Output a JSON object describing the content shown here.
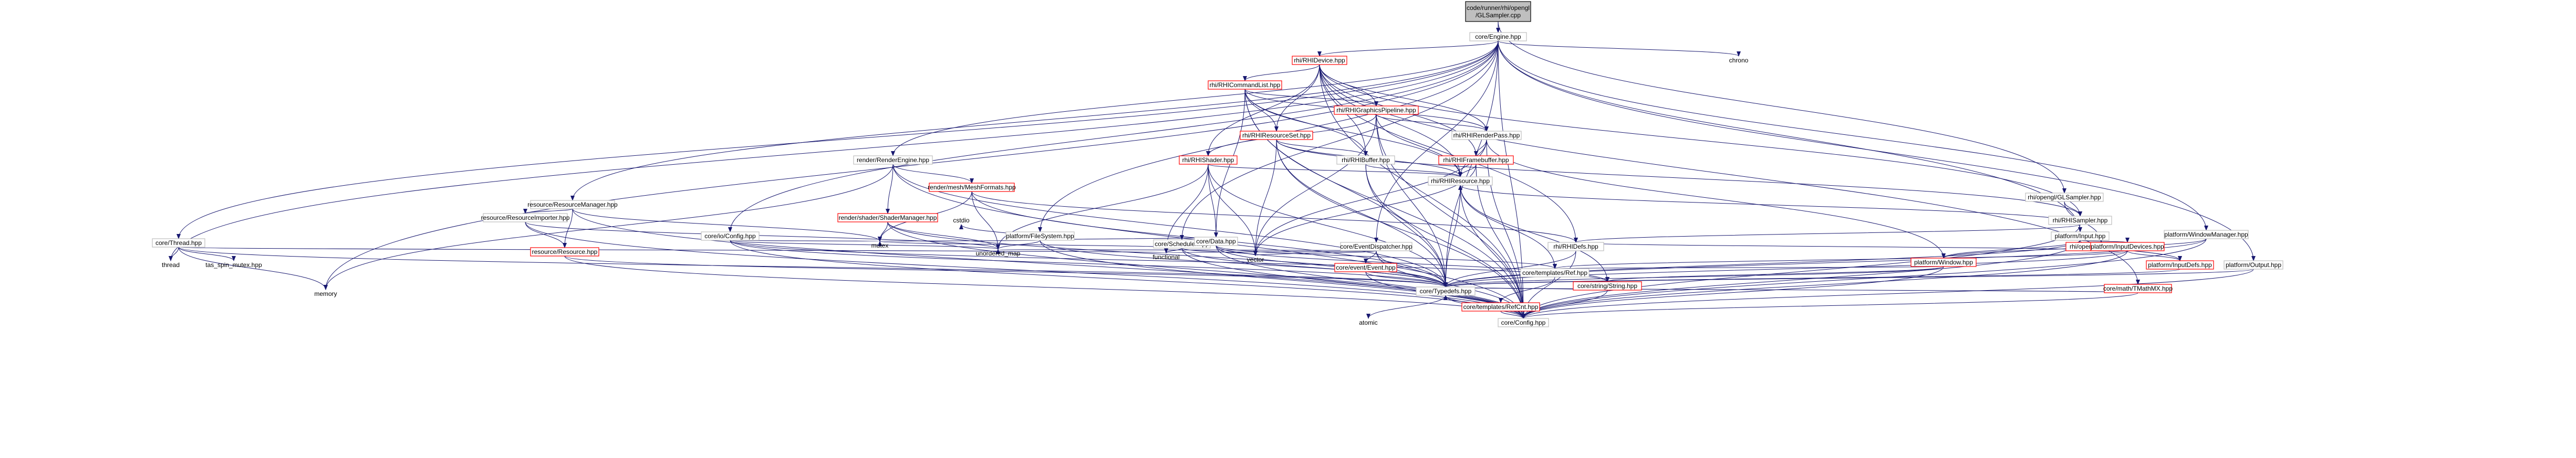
{
  "colors": {
    "edge": "#191970",
    "node_border": "#bfbfbf",
    "clipped_border": "#ff0000",
    "root_fill": "#bfbfbf"
  },
  "nodes": [
    {
      "id": "root",
      "lines": [
        "code/runner/rhi/opengl",
        "/GLSampler.cpp"
      ],
      "kind": "root"
    },
    {
      "id": "engine",
      "lines": [
        "core/Engine.hpp"
      ],
      "kind": "normal"
    },
    {
      "id": "glsampler_hpp",
      "lines": [
        "rhi/opengl/GLSampler.hpp"
      ],
      "kind": "normal"
    },
    {
      "id": "rhidevice",
      "lines": [
        "rhi/RHIDevice.hpp"
      ],
      "kind": "clipped"
    },
    {
      "id": "chrono",
      "lines": [
        "chrono"
      ],
      "kind": "plain"
    },
    {
      "id": "cmdlist",
      "lines": [
        "rhi/RHICommandList.hpp"
      ],
      "kind": "clipped"
    },
    {
      "id": "gfxpipe",
      "lines": [
        "rhi/RHIGraphicsPipeline.hpp"
      ],
      "kind": "clipped"
    },
    {
      "id": "resset",
      "lines": [
        "rhi/RHIResourceSet.hpp"
      ],
      "kind": "clipped"
    },
    {
      "id": "renderpass",
      "lines": [
        "rhi/RHIRenderPass.hpp"
      ],
      "kind": "normal"
    },
    {
      "id": "rhishader",
      "lines": [
        "rhi/RHIShader.hpp"
      ],
      "kind": "clipped"
    },
    {
      "id": "rhibuffer",
      "lines": [
        "rhi/RHIBuffer.hpp"
      ],
      "kind": "normal"
    },
    {
      "id": "framebuffer",
      "lines": [
        "rhi/RHIFramebuffer.hpp"
      ],
      "kind": "clipped"
    },
    {
      "id": "rhisampler",
      "lines": [
        "rhi/RHISampler.hpp"
      ],
      "kind": "normal"
    },
    {
      "id": "gldefs",
      "lines": [
        "rhi/opengl/GLDefs.hpp"
      ],
      "kind": "clipped"
    },
    {
      "id": "rhiresource",
      "lines": [
        "rhi/RHIResource.hpp"
      ],
      "kind": "normal"
    },
    {
      "id": "rhidefs",
      "lines": [
        "rhi/RHIDefs.hpp"
      ],
      "kind": "normal"
    },
    {
      "id": "renderengine",
      "lines": [
        "render/RenderEngine.hpp"
      ],
      "kind": "normal"
    },
    {
      "id": "meshformats",
      "lines": [
        "render/mesh/MeshFormats.hpp"
      ],
      "kind": "clipped"
    },
    {
      "id": "shadermgr",
      "lines": [
        "render/shader/ShaderManager.hpp"
      ],
      "kind": "clipped"
    },
    {
      "id": "resmgr",
      "lines": [
        "resource/ResourceManager.hpp"
      ],
      "kind": "normal"
    },
    {
      "id": "resimporter",
      "lines": [
        "resource/ResourceImporter.hpp"
      ],
      "kind": "normal"
    },
    {
      "id": "resource",
      "lines": [
        "resource/Resource.hpp"
      ],
      "kind": "clipped"
    },
    {
      "id": "ioconfig",
      "lines": [
        "core/io/Config.hpp"
      ],
      "kind": "normal"
    },
    {
      "id": "thread",
      "lines": [
        "core/Thread.hpp"
      ],
      "kind": "normal"
    },
    {
      "id": "filesystem",
      "lines": [
        "platform/FileSystem.hpp"
      ],
      "kind": "normal"
    },
    {
      "id": "scheduler",
      "lines": [
        "core/Scheduler.hpp"
      ],
      "kind": "normal"
    },
    {
      "id": "eventdispatcher",
      "lines": [
        "core/EventDispatcher.hpp"
      ],
      "kind": "normal"
    },
    {
      "id": "event",
      "lines": [
        "core/event/Event.hpp"
      ],
      "kind": "clipped"
    },
    {
      "id": "data",
      "lines": [
        "core/Data.hpp"
      ],
      "kind": "normal"
    },
    {
      "id": "ref",
      "lines": [
        "core/templates/Ref.hpp"
      ],
      "kind": "normal"
    },
    {
      "id": "string",
      "lines": [
        "core/string/String.hpp"
      ],
      "kind": "clipped"
    },
    {
      "id": "math",
      "lines": [
        "core/math/TMathMX.hpp"
      ],
      "kind": "clipped"
    },
    {
      "id": "typedefs",
      "lines": [
        "core/Typedefs.hpp"
      ],
      "kind": "normal"
    },
    {
      "id": "refcnt",
      "lines": [
        "core/templates/RefCnt.hpp"
      ],
      "kind": "clipped"
    },
    {
      "id": "config",
      "lines": [
        "core/Config.hpp"
      ],
      "kind": "normal"
    },
    {
      "id": "input",
      "lines": [
        "platform/Input.hpp"
      ],
      "kind": "normal"
    },
    {
      "id": "inputdevices",
      "lines": [
        "platform/InputDevices.hpp"
      ],
      "kind": "clipped"
    },
    {
      "id": "window",
      "lines": [
        "platform/Window.hpp"
      ],
      "kind": "clipped"
    },
    {
      "id": "inputdefs",
      "lines": [
        "platform/InputDefs.hpp"
      ],
      "kind": "clipped"
    },
    {
      "id": "windowmgr",
      "lines": [
        "platform/WindowManager.hpp"
      ],
      "kind": "normal"
    },
    {
      "id": "output",
      "lines": [
        "platform/Output.hpp"
      ],
      "kind": "normal"
    },
    {
      "id": "memory",
      "lines": [
        "memory"
      ],
      "kind": "plain"
    },
    {
      "id": "thread_std",
      "lines": [
        "thread"
      ],
      "kind": "plain"
    },
    {
      "id": "tas_spin",
      "lines": [
        "tas_spin_mutex.hpp"
      ],
      "kind": "plain"
    },
    {
      "id": "mutex",
      "lines": [
        "mutex"
      ],
      "kind": "plain"
    },
    {
      "id": "cstdio",
      "lines": [
        "cstdio"
      ],
      "kind": "plain"
    },
    {
      "id": "unordered_map",
      "lines": [
        "unordered_map"
      ],
      "kind": "plain"
    },
    {
      "id": "functional",
      "lines": [
        "functional"
      ],
      "kind": "plain"
    },
    {
      "id": "vector",
      "lines": [
        "vector"
      ],
      "kind": "plain"
    },
    {
      "id": "atomic",
      "lines": [
        "atomic"
      ],
      "kind": "plain"
    }
  ],
  "edges": [
    [
      "root",
      "engine"
    ],
    [
      "root",
      "glsampler_hpp"
    ],
    [
      "engine",
      "rhidevice"
    ],
    [
      "engine",
      "chrono"
    ],
    [
      "engine",
      "renderengine"
    ],
    [
      "engine",
      "resmgr"
    ],
    [
      "engine",
      "ioconfig"
    ],
    [
      "engine",
      "thread"
    ],
    [
      "engine",
      "filesystem"
    ],
    [
      "engine",
      "scheduler"
    ],
    [
      "engine",
      "eventdispatcher"
    ],
    [
      "engine",
      "input"
    ],
    [
      "engine",
      "windowmgr"
    ],
    [
      "engine",
      "output"
    ],
    [
      "engine",
      "memory"
    ],
    [
      "engine",
      "thread_std"
    ],
    [
      "engine",
      "typedefs"
    ],
    [
      "engine",
      "config"
    ],
    [
      "glsampler_hpp",
      "rhisampler"
    ],
    [
      "glsampler_hpp",
      "gldefs"
    ],
    [
      "rhidevice",
      "cmdlist"
    ],
    [
      "rhidevice",
      "gfxpipe"
    ],
    [
      "rhidevice",
      "resset"
    ],
    [
      "rhidevice",
      "renderpass"
    ],
    [
      "rhidevice",
      "rhishader"
    ],
    [
      "rhidevice",
      "rhibuffer"
    ],
    [
      "rhidevice",
      "framebuffer"
    ],
    [
      "rhidevice",
      "rhisampler"
    ],
    [
      "rhidevice",
      "rhiresource"
    ],
    [
      "rhidevice",
      "rhidefs"
    ],
    [
      "rhidevice",
      "math"
    ],
    [
      "rhidevice",
      "config"
    ],
    [
      "cmdlist",
      "gfxpipe"
    ],
    [
      "cmdlist",
      "resset"
    ],
    [
      "cmdlist",
      "renderpass"
    ],
    [
      "cmdlist",
      "rhibuffer"
    ],
    [
      "cmdlist",
      "rhiresource"
    ],
    [
      "cmdlist",
      "data"
    ],
    [
      "cmdlist",
      "typedefs"
    ],
    [
      "cmdlist",
      "config"
    ],
    [
      "gfxpipe",
      "renderpass"
    ],
    [
      "gfxpipe",
      "rhishader"
    ],
    [
      "gfxpipe",
      "rhiresource"
    ],
    [
      "gfxpipe",
      "vector"
    ],
    [
      "gfxpipe",
      "typedefs"
    ],
    [
      "gfxpipe",
      "config"
    ],
    [
      "resset",
      "rhibuffer"
    ],
    [
      "resset",
      "rhisampler"
    ],
    [
      "resset",
      "rhiresource"
    ],
    [
      "resset",
      "vector"
    ],
    [
      "resset",
      "typedefs"
    ],
    [
      "resset",
      "config"
    ],
    [
      "renderpass",
      "framebuffer"
    ],
    [
      "renderpass",
      "rhiresource"
    ],
    [
      "renderpass",
      "window"
    ],
    [
      "renderpass",
      "vector"
    ],
    [
      "renderpass",
      "config"
    ],
    [
      "rhishader",
      "rhiresource"
    ],
    [
      "rhishader",
      "data"
    ],
    [
      "rhishader",
      "vector"
    ],
    [
      "rhishader",
      "functional"
    ],
    [
      "rhishader",
      "typedefs"
    ],
    [
      "rhishader",
      "unordered_map"
    ],
    [
      "rhibuffer",
      "rhiresource"
    ],
    [
      "rhibuffer",
      "typedefs"
    ],
    [
      "rhibuffer",
      "config"
    ],
    [
      "framebuffer",
      "rhiresource"
    ],
    [
      "framebuffer",
      "vector"
    ],
    [
      "framebuffer",
      "config"
    ],
    [
      "rhisampler",
      "rhiresource"
    ],
    [
      "rhisampler",
      "rhidefs"
    ],
    [
      "rhisampler",
      "config"
    ],
    [
      "gldefs",
      "rhidefs"
    ],
    [
      "rhiresource",
      "ref"
    ],
    [
      "rhiresource",
      "string"
    ],
    [
      "rhiresource",
      "typedefs"
    ],
    [
      "rhiresource",
      "config"
    ],
    [
      "rhidefs",
      "typedefs"
    ],
    [
      "rhidefs",
      "config"
    ],
    [
      "renderengine",
      "meshformats"
    ],
    [
      "renderengine",
      "shadermgr"
    ],
    [
      "renderengine",
      "memory"
    ],
    [
      "renderengine",
      "typedefs"
    ],
    [
      "renderengine",
      "config"
    ],
    [
      "meshformats",
      "rhidefs"
    ],
    [
      "meshformats",
      "mutex"
    ],
    [
      "meshformats",
      "unordered_map"
    ],
    [
      "meshformats",
      "typedefs"
    ],
    [
      "shadermgr",
      "mutex"
    ],
    [
      "shadermgr",
      "unordered_map"
    ],
    [
      "shadermgr",
      "typedefs"
    ],
    [
      "shadermgr",
      "config"
    ],
    [
      "resmgr",
      "resimporter"
    ],
    [
      "resmgr",
      "resource"
    ],
    [
      "resmgr",
      "mutex"
    ],
    [
      "resmgr",
      "config"
    ],
    [
      "resimporter",
      "resource"
    ],
    [
      "resimporter",
      "unordered_map"
    ],
    [
      "resimporter",
      "config"
    ],
    [
      "resource",
      "typedefs"
    ],
    [
      "resource",
      "config"
    ],
    [
      "ioconfig",
      "mutex"
    ],
    [
      "ioconfig",
      "unordered_map"
    ],
    [
      "ioconfig",
      "typedefs"
    ],
    [
      "ioconfig",
      "string"
    ],
    [
      "ioconfig",
      "config"
    ],
    [
      "thread",
      "thread_std"
    ],
    [
      "thread",
      "tas_spin"
    ],
    [
      "thread",
      "functional"
    ],
    [
      "thread",
      "typedefs"
    ],
    [
      "thread",
      "memory"
    ],
    [
      "filesystem",
      "data"
    ],
    [
      "filesystem",
      "cstdio"
    ],
    [
      "filesystem",
      "mutex"
    ],
    [
      "filesystem",
      "unordered_map"
    ],
    [
      "filesystem",
      "typedefs"
    ],
    [
      "filesystem",
      "config"
    ],
    [
      "scheduler",
      "functional"
    ],
    [
      "scheduler",
      "vector"
    ],
    [
      "scheduler",
      "mutex"
    ],
    [
      "scheduler",
      "typedefs"
    ],
    [
      "scheduler",
      "config"
    ],
    [
      "eventdispatcher",
      "event"
    ],
    [
      "eventdispatcher",
      "functional"
    ],
    [
      "eventdispatcher",
      "unordered_map"
    ],
    [
      "eventdispatcher",
      "vector"
    ],
    [
      "eventdispatcher",
      "typedefs"
    ],
    [
      "eventdispatcher",
      "config"
    ],
    [
      "event",
      "typedefs"
    ],
    [
      "event",
      "config"
    ],
    [
      "data",
      "ref"
    ],
    [
      "data",
      "string"
    ],
    [
      "data",
      "typedefs"
    ],
    [
      "data",
      "config"
    ],
    [
      "ref",
      "refcnt"
    ],
    [
      "string",
      "typedefs"
    ],
    [
      "string",
      "config"
    ],
    [
      "math",
      "typedefs"
    ],
    [
      "math",
      "config"
    ],
    [
      "typedefs",
      "config"
    ],
    [
      "typedefs",
      "atomic"
    ],
    [
      "refcnt",
      "typedefs"
    ],
    [
      "refcnt",
      "config"
    ],
    [
      "input",
      "inputdevices"
    ],
    [
      "input",
      "inputdefs"
    ],
    [
      "input",
      "window"
    ],
    [
      "input",
      "typedefs"
    ],
    [
      "input",
      "config"
    ],
    [
      "inputdevices",
      "inputdefs"
    ],
    [
      "inputdevices",
      "ref"
    ],
    [
      "inputdevices",
      "typedefs"
    ],
    [
      "inputdevices",
      "config"
    ],
    [
      "inputdefs",
      "typedefs"
    ],
    [
      "window",
      "ref"
    ],
    [
      "window",
      "string"
    ],
    [
      "window",
      "typedefs"
    ],
    [
      "window",
      "config"
    ],
    [
      "windowmgr",
      "window"
    ],
    [
      "windowmgr",
      "typedefs"
    ],
    [
      "windowmgr",
      "config"
    ],
    [
      "output",
      "typedefs"
    ],
    [
      "output",
      "config"
    ]
  ]
}
